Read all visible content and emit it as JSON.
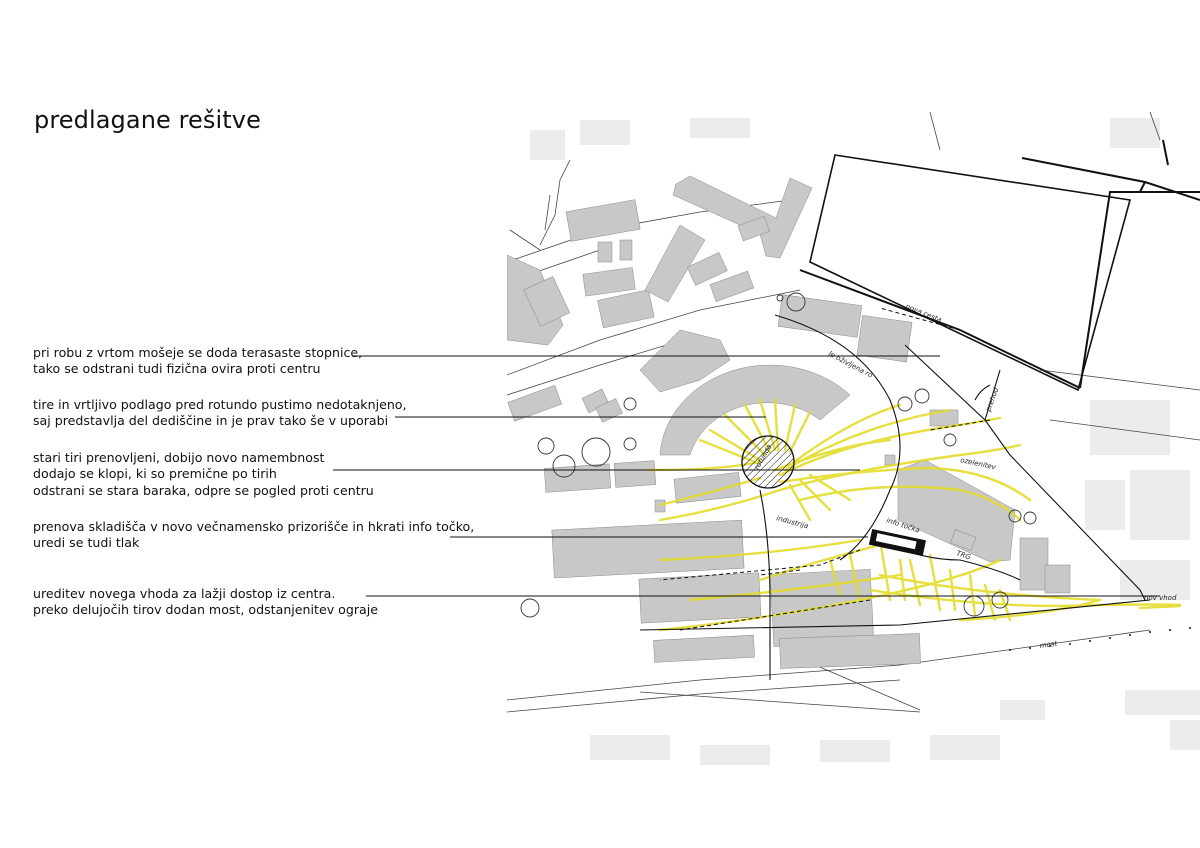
{
  "title": "predlagane rešitve",
  "notes": [
    {
      "lines": [
        "pri robu z vrtom mošeje se doda terasaste stopnice,",
        "tako se odstrani tudi fizična ovira proti centru"
      ]
    },
    {
      "lines": [
        "tire in vrtljivo podlago pred rotundo pustimo nedotaknjeno,",
        "saj predstavlja del dediščine in je prav tako še v uporabi"
      ]
    },
    {
      "lines": [
        "stari tiri prenovljeni, dobijo novo namembnost",
        "dodajo se klopi, ki so premične po tirih",
        "odstrani se stara baraka, odpre se pogled proti centru"
      ]
    },
    {
      "lines": [
        "prenova skladišča v novo večnamensko prizorišče in hkrati info točko,",
        "uredi se tudi tlak"
      ]
    },
    {
      "lines": [
        "ureditev novega vhoda za lažji dostop iz centra.",
        "preko delujočih tirov dodan most, odstanjenitev ograje"
      ]
    }
  ],
  "plan_labels": {
    "nova_cesta": "nova cesta",
    "prehod": "prehod",
    "tirnica": "le oživljena ro",
    "ozelenitev": "ozelenitev",
    "info_tocka": "info točka",
    "industrija": "industrija",
    "trg": "TRG",
    "rotunda": "rotunda",
    "vhod": "nov vhod",
    "most": "most"
  },
  "colors": {
    "track_yellow": "#e3dc2c",
    "building_grey": "#c8c8c8",
    "building_light": "#ececec",
    "ink": "#111111"
  }
}
